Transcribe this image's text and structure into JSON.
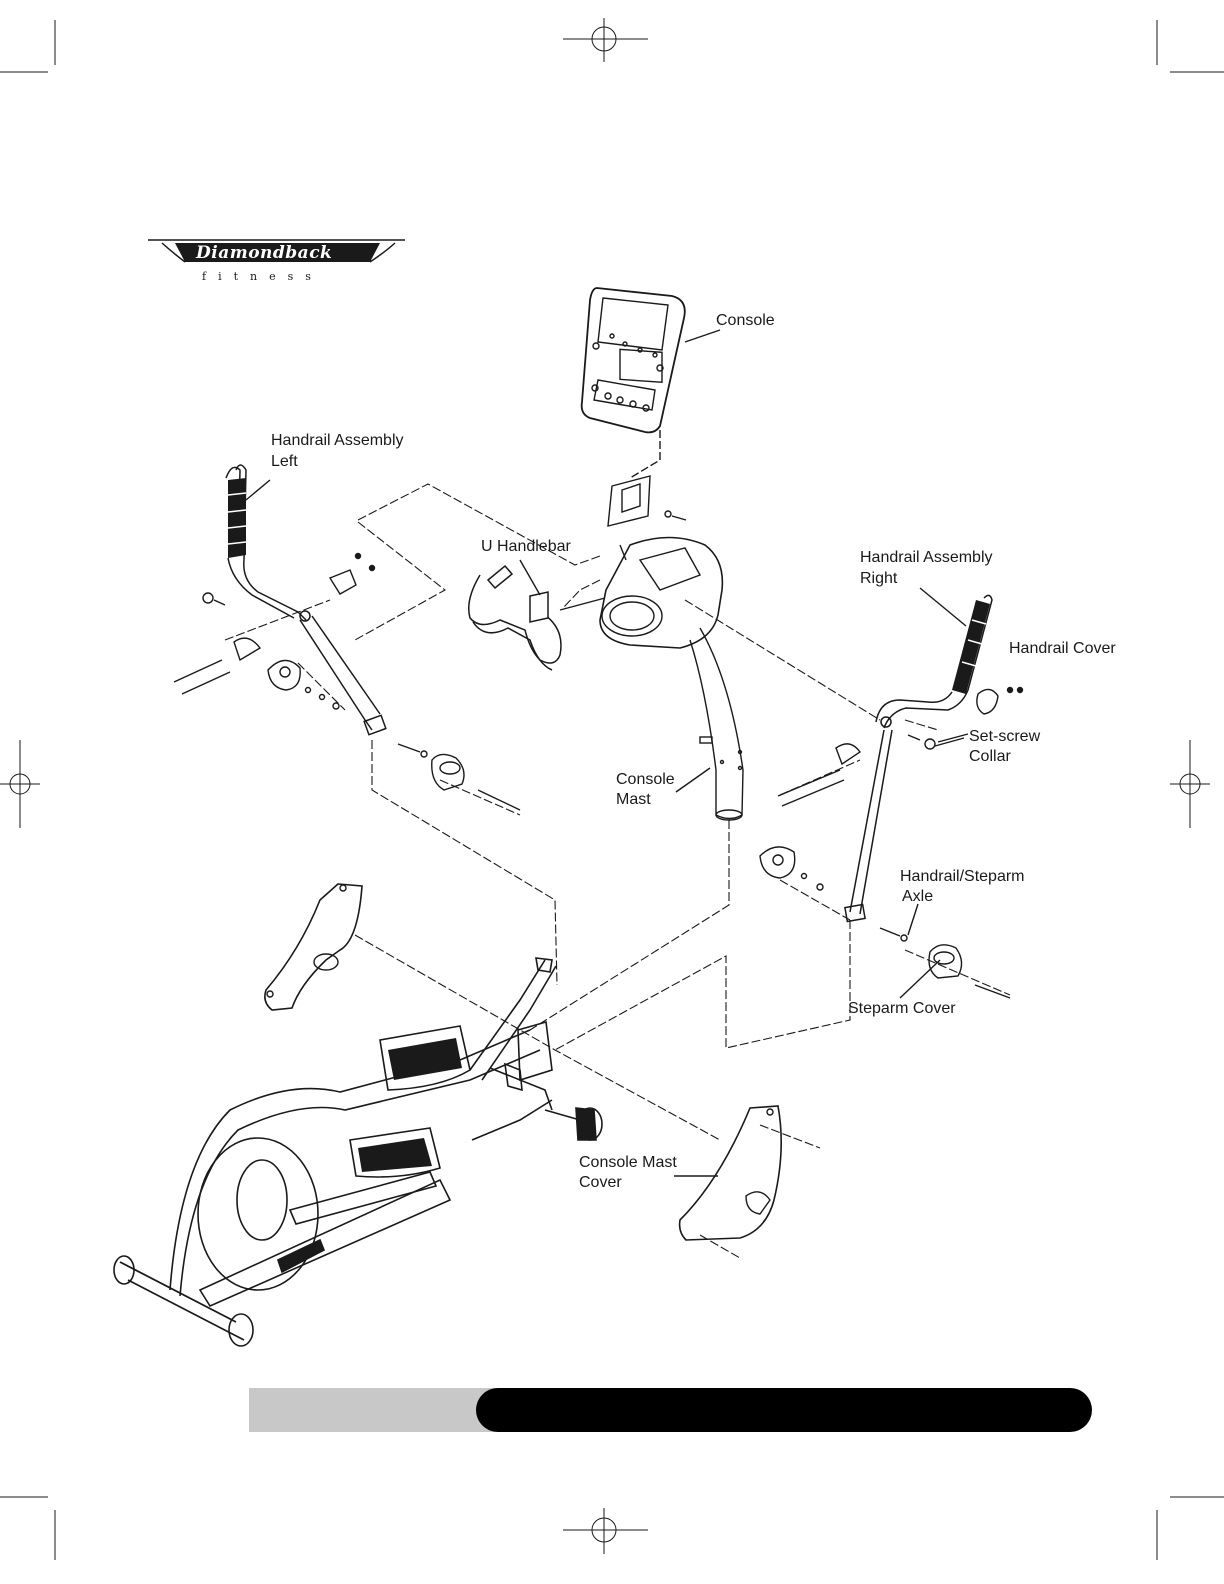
{
  "brand": {
    "name": "Diamondback",
    "tagline": "fitness"
  },
  "labels": {
    "console": "Console",
    "handrail_left_l1": "Handrail Assembly",
    "handrail_left_l2": "Left",
    "u_handlebar": "U Handlebar",
    "handrail_right_l1": "Handrail Assembly",
    "handrail_right_l2": "Right",
    "handrail_cover": "Handrail Cover",
    "setscrew_l1": "Set-screw",
    "setscrew_l2": "Collar",
    "console_mast_l1": "Console",
    "console_mast_l2": "Mast",
    "axle_l1": "Handrail/Steparm",
    "axle_l2": "Axle",
    "steparm_cover": "Steparm Cover",
    "mast_cover_l1": "Console Mast",
    "mast_cover_l2": "Cover"
  },
  "colors": {
    "line": "#1a1a1a",
    "footer_gray": "#c8c8c8",
    "footer_black": "#000000"
  }
}
